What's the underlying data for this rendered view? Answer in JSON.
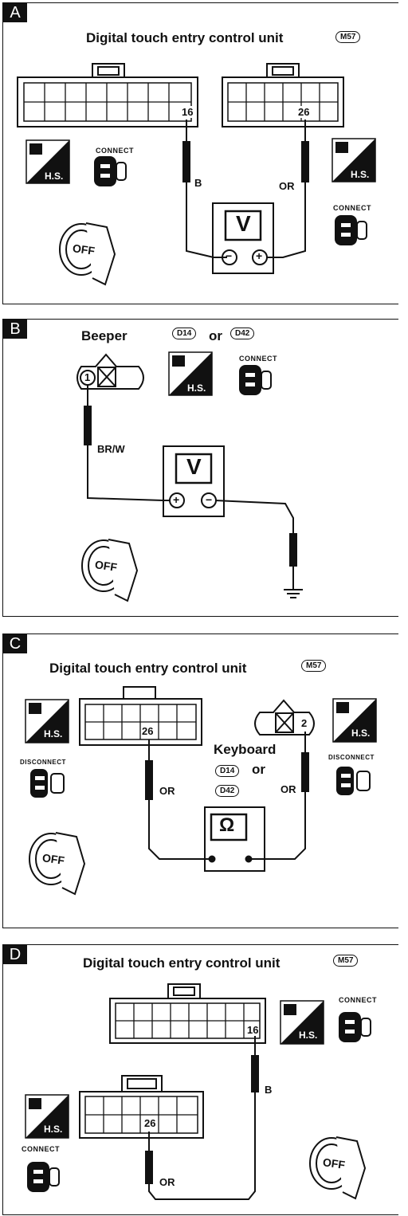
{
  "panels": {
    "a": {
      "letter": "A",
      "title": "Digital touch entry control unit",
      "connector_code": "M57",
      "pin_left": "16",
      "pin_right": "26",
      "wire_left": "B",
      "wire_right": "OR",
      "meter": "V",
      "minus": "−",
      "plus": "+",
      "hs": "H.S.",
      "connect": "CONNECT",
      "off": "OFF"
    },
    "b": {
      "letter": "B",
      "title": "Beeper",
      "code1": "D14",
      "or": "or",
      "code2": "D42",
      "pin": "1",
      "wire": "BR/W",
      "meter": "V",
      "plus": "+",
      "minus": "−",
      "hs": "H.S.",
      "connect": "CONNECT",
      "off": "OFF"
    },
    "c": {
      "letter": "C",
      "title": "Digital touch entry control unit",
      "connector_code": "M57",
      "pin_unit": "26",
      "pin_keyboard": "2",
      "keyboard": "Keyboard",
      "code1": "D14",
      "or": "or",
      "code2": "D42",
      "wire_left": "OR",
      "wire_right": "OR",
      "meter": "Ω",
      "hs": "H.S.",
      "disconnect": "DISCONNECT",
      "off": "OFF"
    },
    "d": {
      "letter": "D",
      "title": "Digital touch entry control unit",
      "connector_code": "M57",
      "pin_top": "16",
      "pin_bottom": "26",
      "wire_top": "B",
      "wire_bottom": "OR",
      "hs": "H.S.",
      "connect": "CONNECT",
      "off": "OFF"
    }
  }
}
